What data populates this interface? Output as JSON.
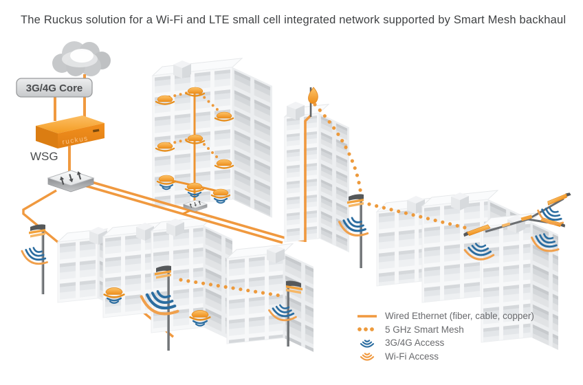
{
  "title": "The Ruckus solution for a Wi-Fi and LTE small cell integrated network supported by Smart Mesh backhaul",
  "devices": {
    "core_label": "3G/4G Core",
    "controller_label": "WSG",
    "controller_brand": "ruckus"
  },
  "legend": {
    "items": [
      {
        "icon": "wired-ethernet-line-icon",
        "label": "Wired Ethernet (fiber, cable, copper)"
      },
      {
        "icon": "smart-mesh-dots-icon",
        "label": "5 GHz Smart Mesh"
      },
      {
        "icon": "3g4g-access-icon",
        "label": "3G/4G Access"
      },
      {
        "icon": "wifi-access-icon",
        "label": "Wi-Fi Access"
      }
    ]
  },
  "colors": {
    "wired_orange": "#F0993F",
    "mesh_dot_orange": "#ED9A3C",
    "access_blue": "#2B6DA0",
    "wifi_orange": "#F0A04C",
    "text_gray": "#68696C",
    "title_gray": "#3F4143"
  }
}
